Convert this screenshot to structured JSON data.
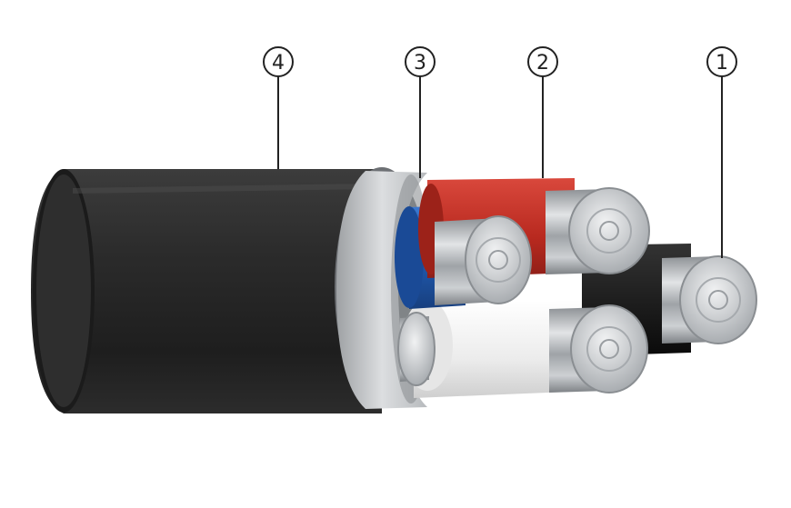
{
  "callouts": [
    {
      "id": "c4",
      "label": "4"
    },
    {
      "id": "c3",
      "label": "3"
    },
    {
      "id": "c2",
      "label": "2"
    },
    {
      "id": "c1",
      "label": "1"
    }
  ],
  "colors": {
    "background": "#ffffff",
    "outer_sheath": "#2a2a2a",
    "armor_band": "#c9cbcd",
    "core_red": "#c4332a",
    "core_blue": "#2a5fb0",
    "core_white": "#efefef",
    "core_black": "#151515",
    "conductor": "#b4b8bc"
  }
}
